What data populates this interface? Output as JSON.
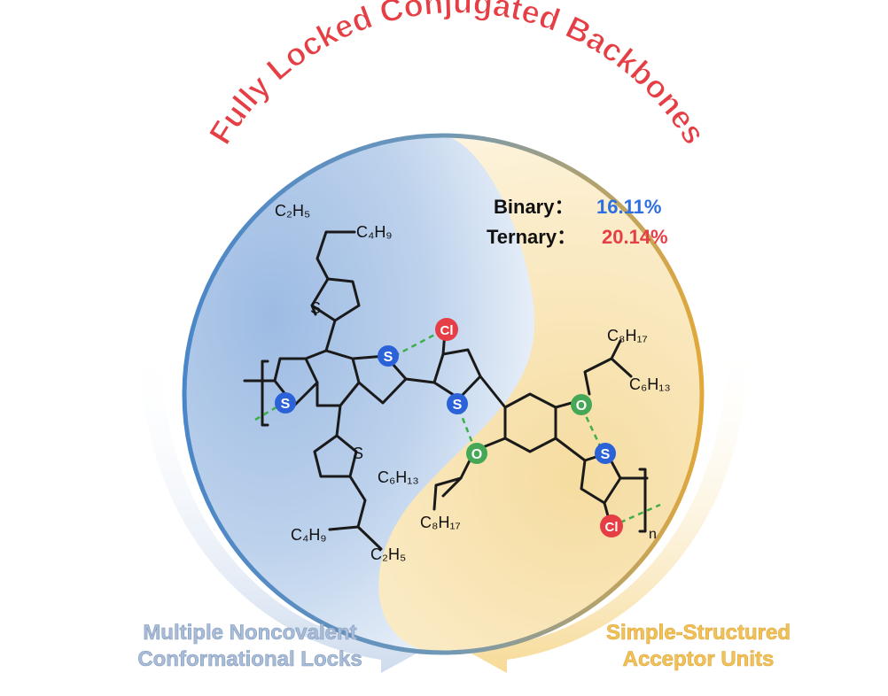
{
  "title": "Fully Locked Conjugated Backbones",
  "results": {
    "binary_label": "Binary：",
    "binary_value": "16.11%",
    "ternary_label": "Ternary：",
    "ternary_value": "20.14%"
  },
  "captions": {
    "left_line1": "Multiple Noncovalent",
    "left_line2": "Conformational Locks",
    "right_line1": "Simple-Structured",
    "right_line2": "Acceptor Units"
  },
  "atoms": {
    "S": "S",
    "Cl": "Cl",
    "O": "O"
  },
  "substituents": {
    "C2H5_top": "C₂H₅",
    "C4H9_top": "C₄H₉",
    "C4H9_bottom": "C₄H₉",
    "C2H5_bottom": "C₂H₅",
    "C8H17_right": "C₈H₁₇",
    "C6H13_right": "C₆H₁₃",
    "C6H13_middle": "C₆H₁₃",
    "C8H17_middle": "C₈H₁₇"
  },
  "repeat_unit": "n",
  "colors": {
    "title": "#e53f45",
    "binary_value": "#2e6fe0",
    "ternary_value": "#e53f45",
    "sulfur_atom": "#2b62d8",
    "chlorine_atom": "#e53f45",
    "oxygen_atom": "#46a857",
    "left_region": "#a8c4e6",
    "right_region": "#f8e4b4",
    "left_caption": "#a9bdd8",
    "right_caption": "#f2c258"
  }
}
